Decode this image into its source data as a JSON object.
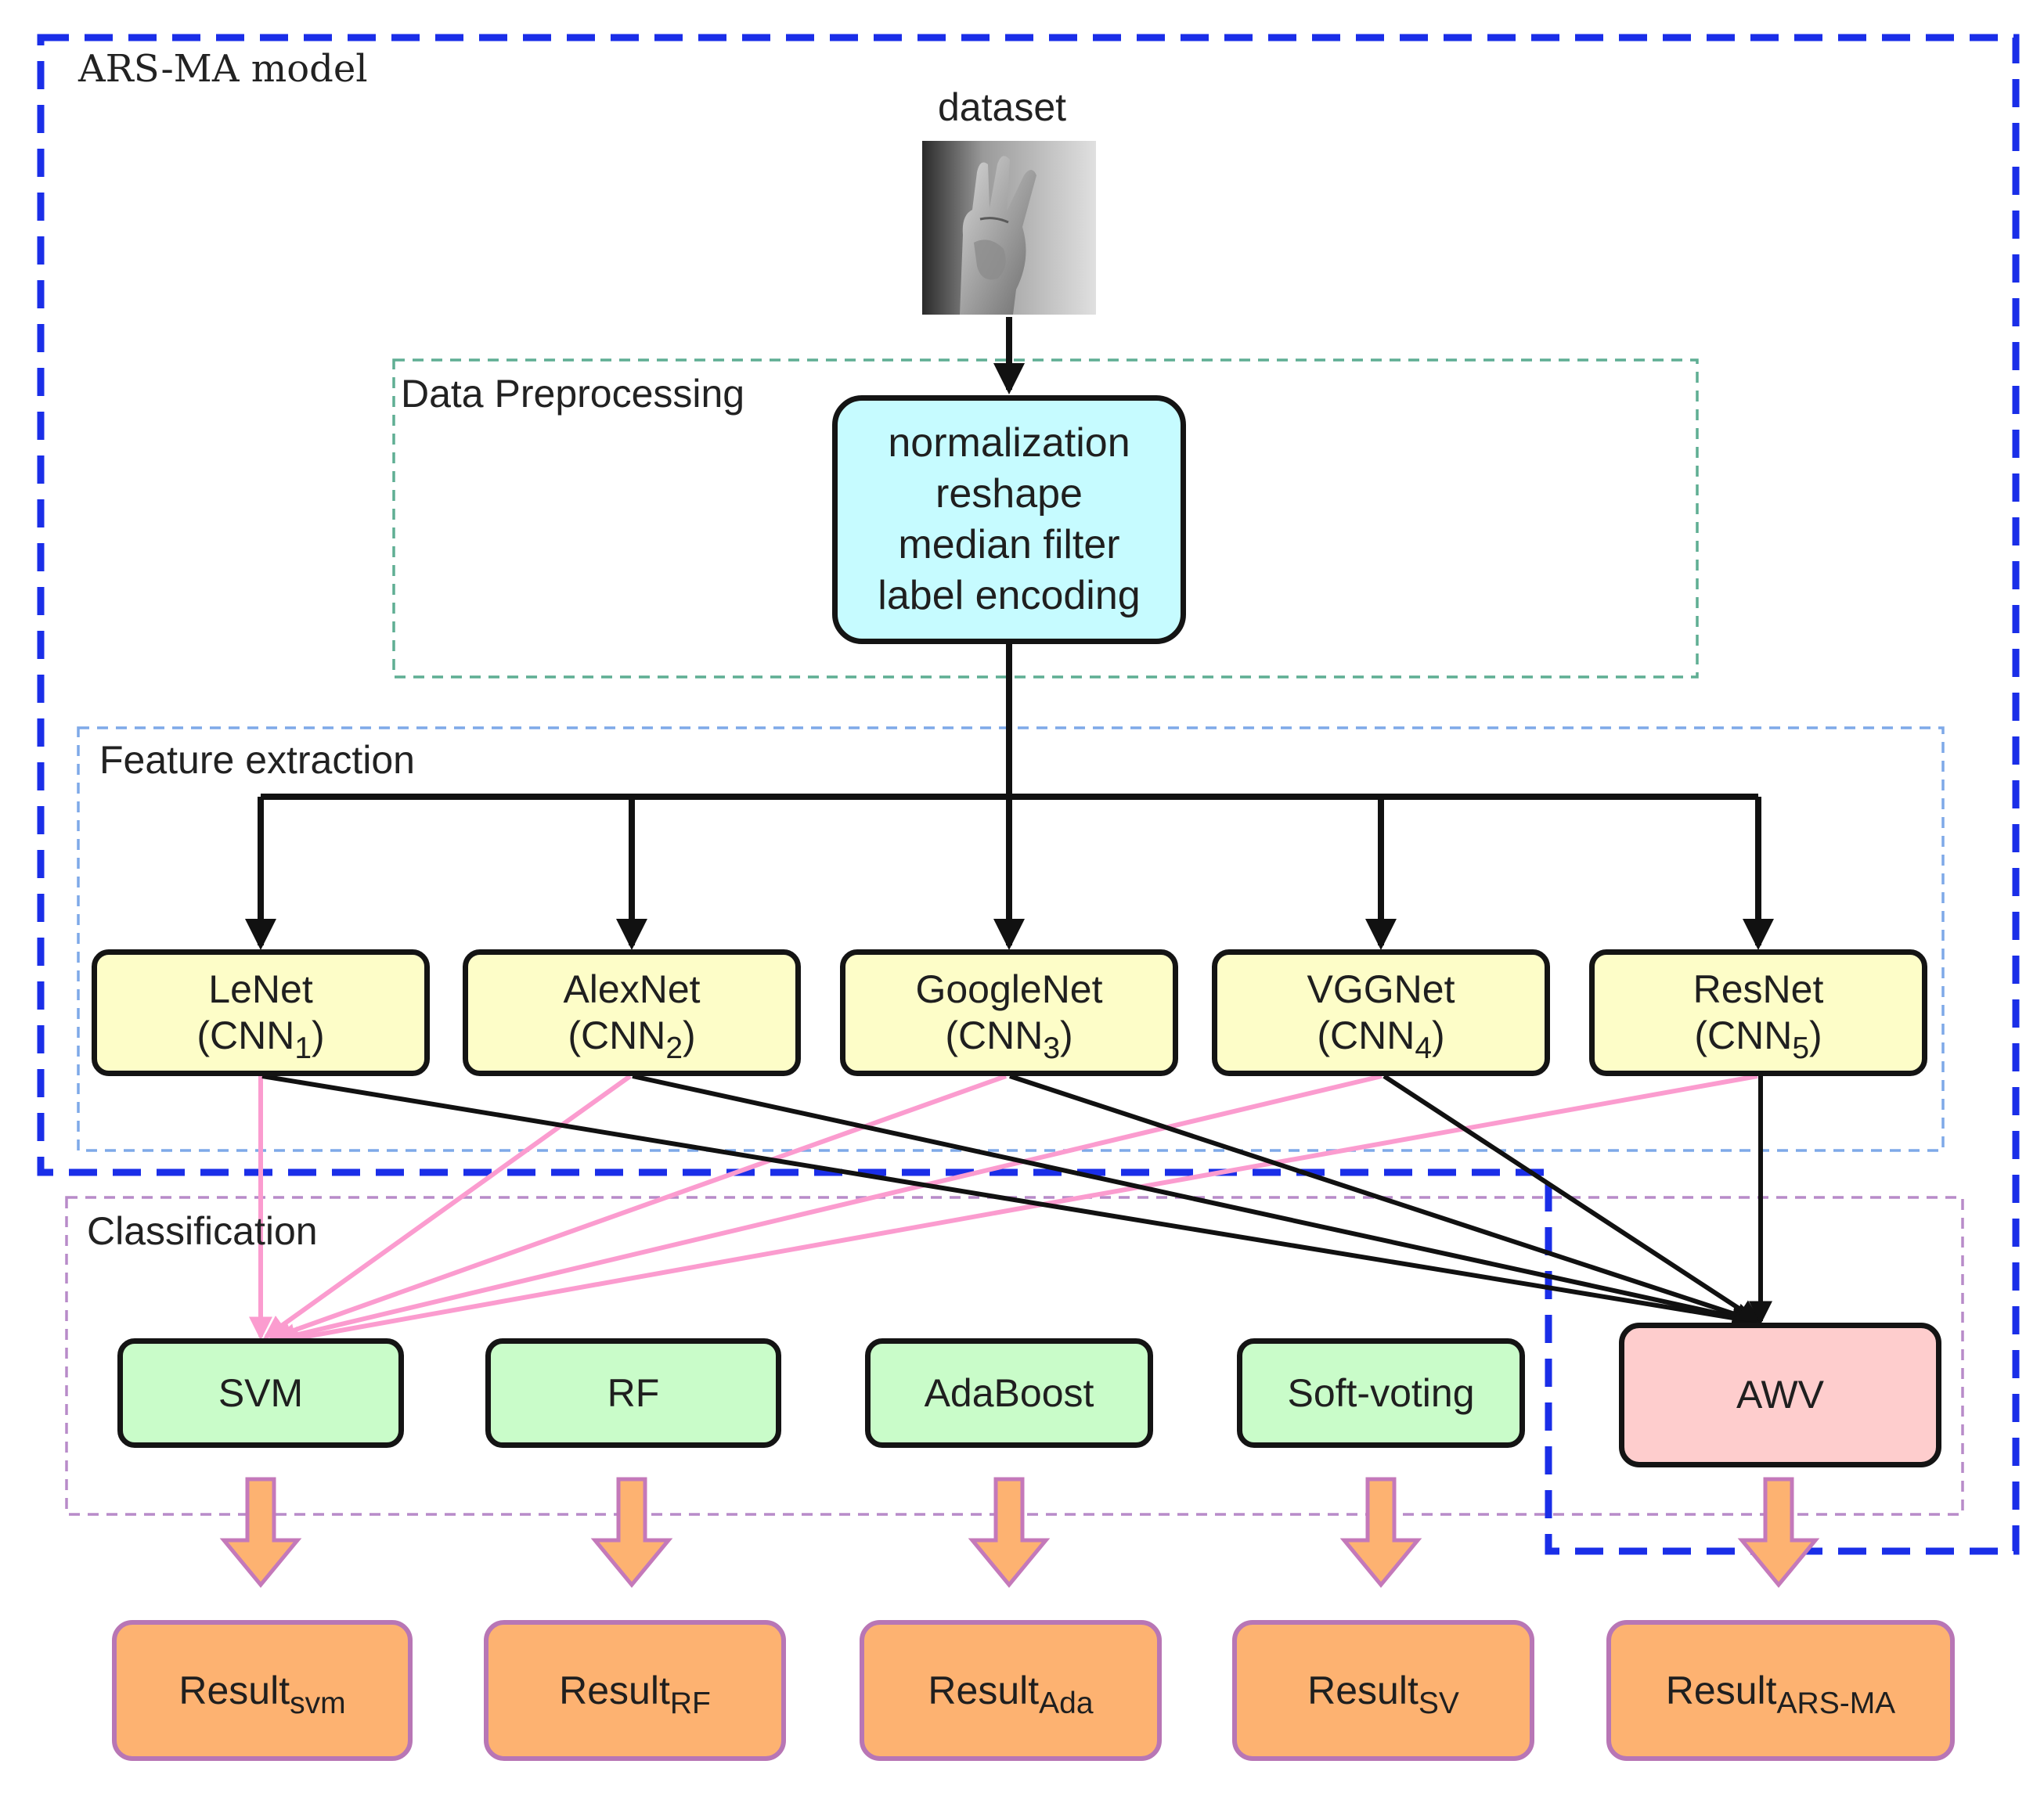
{
  "model_label": "ARS-MA model",
  "dataset": {
    "label": "dataset"
  },
  "groups": {
    "preprocessing": "Data Preprocessing",
    "feature_extraction": "Feature extraction",
    "classification": "Classification"
  },
  "preprocessing_steps": [
    "normalization",
    "reshape",
    "median filter",
    "label encoding"
  ],
  "cnns": [
    {
      "name": "LeNet",
      "code": "CNN",
      "index": "1"
    },
    {
      "name": "AlexNet",
      "code": "CNN",
      "index": "2"
    },
    {
      "name": "GoogleNet",
      "code": "CNN",
      "index": "3"
    },
    {
      "name": "VGGNet",
      "code": "CNN",
      "index": "4"
    },
    {
      "name": "ResNet",
      "code": "CNN",
      "index": "5"
    }
  ],
  "classifiers": [
    "SVM",
    "RF",
    "AdaBoost",
    "Soft-voting",
    "AWV"
  ],
  "results": [
    {
      "base": "Result",
      "sub": "svm"
    },
    {
      "base": "Result",
      "sub": "RF"
    },
    {
      "base": "Result",
      "sub": "Ada"
    },
    {
      "base": "Result",
      "sub": "SV"
    },
    {
      "base": "Result",
      "sub": "ARS-MA"
    }
  ],
  "colors": {
    "model_border": "#1a2ee8",
    "preprocessing_border": "#5fae93",
    "feature_border": "#7ea9e8",
    "classification_border": "#b88bc9",
    "pink_arrow": "#fb9ccf",
    "block_arrow_fill": "#fdb271",
    "block_arrow_stroke": "#c479ba"
  }
}
